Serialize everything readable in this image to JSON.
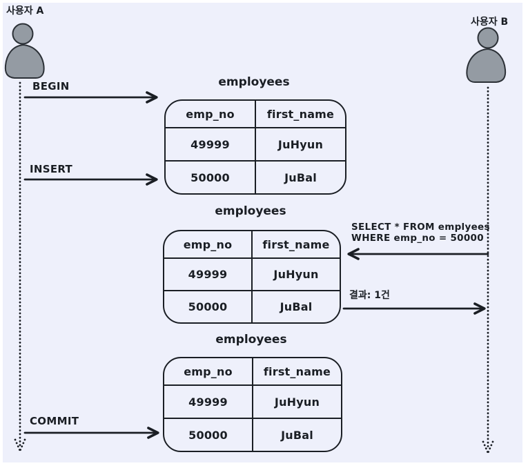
{
  "users": {
    "a": {
      "label": "사용자 A"
    },
    "b": {
      "label": "사용자 B"
    }
  },
  "messages": {
    "begin": "BEGIN",
    "insert": "INSERT",
    "commit": "COMMIT",
    "select_line1": "SELECT * FROM emplyees",
    "select_line2": "WHERE emp_no = 50000",
    "result": "결과: 1건"
  },
  "tables": [
    {
      "title": "employees",
      "columns": [
        "emp_no",
        "first_name"
      ],
      "rows": [
        [
          "49999",
          "JuHyun"
        ],
        [
          "50000",
          "JuBal"
        ]
      ]
    },
    {
      "title": "employees",
      "columns": [
        "emp_no",
        "first_name"
      ],
      "rows": [
        [
          "49999",
          "JuHyun"
        ],
        [
          "50000",
          "JuBal"
        ]
      ]
    },
    {
      "title": "employees",
      "columns": [
        "emp_no",
        "first_name"
      ],
      "rows": [
        [
          "49999",
          "JuHyun"
        ],
        [
          "50000",
          "JuBal"
        ]
      ]
    }
  ],
  "colors": {
    "canvas_bg": "#eef0fb",
    "stroke": "#1a1e24",
    "person_fill": "#949ba3"
  }
}
